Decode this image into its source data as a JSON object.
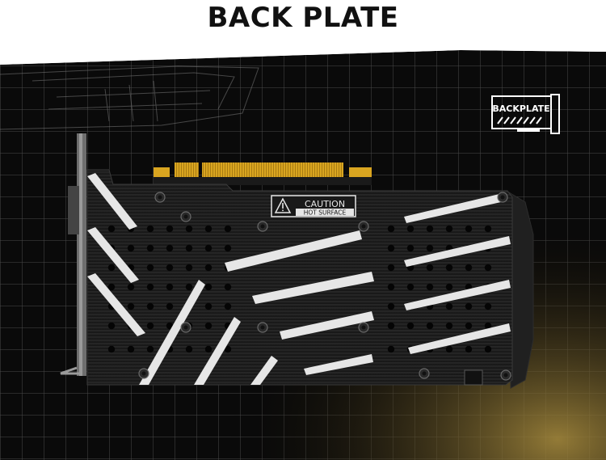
{
  "page": {
    "title": "BACK PLATE"
  },
  "badge": {
    "label": "BACKPLATE"
  },
  "caution_label": {
    "title": "CAUTION",
    "subtitle": "HOT SURFACE"
  },
  "colors": {
    "accent": "#c9a64a",
    "background": "#0a0a0a",
    "grid": "#5a5a5a",
    "plate": "#1e1e1e",
    "stripe": "#e6e6e6",
    "connector": "#d9a520"
  },
  "icons": [
    "backplate-badge-icon",
    "warning-triangle-icon"
  ]
}
